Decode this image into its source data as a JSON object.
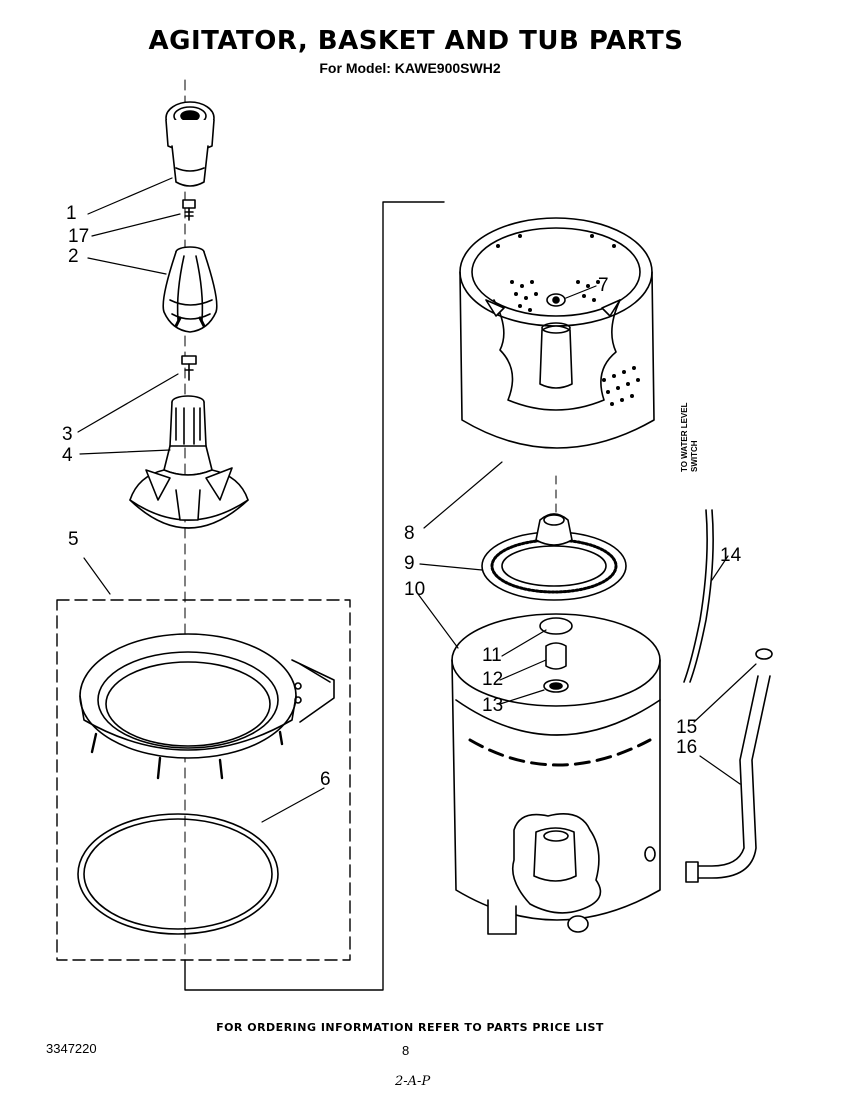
{
  "header": {
    "title": "AGITATOR, BASKET AND TUB PARTS",
    "subtitle": "For Model: KAWE900SWH2"
  },
  "callouts": [
    "1",
    "17",
    "2",
    "3",
    "4",
    "5",
    "6",
    "7",
    "8",
    "9",
    "10",
    "11",
    "12",
    "13",
    "14",
    "15",
    "16"
  ],
  "side_note": {
    "line1": "TO WATER LEVEL",
    "line2": "SWITCH"
  },
  "footer": {
    "ordering_note": "FOR ORDERING INFORMATION REFER TO PARTS PRICE LIST",
    "document_number": "3347220",
    "page_number": "8",
    "handwritten_note": "2-A-P"
  }
}
